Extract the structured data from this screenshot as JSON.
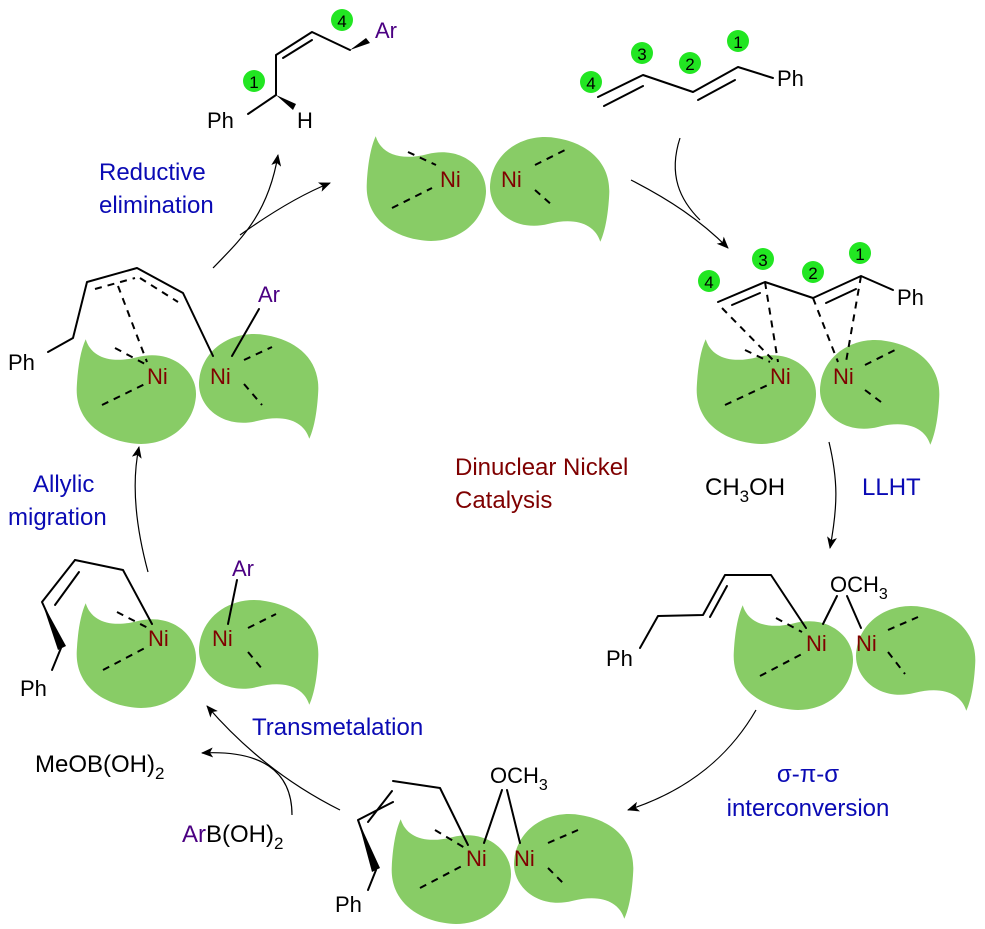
{
  "title": "Dinuclear Nickel Catalysis",
  "colors": {
    "leaf": "#88cc66",
    "nickel": "#7f0000",
    "aryl": "#4b0082",
    "step_label": "#0a0ab4",
    "badge": "#22e622"
  },
  "center_label": {
    "line1": "Dinuclear Nickel",
    "line2": "Catalysis"
  },
  "atoms": {
    "ni": "Ni",
    "ar": "Ar",
    "ph": "Ph",
    "h": "H",
    "och3_main": "OCH",
    "sub3": "3",
    "sub2": "2"
  },
  "steps": {
    "reductive_elimination": {
      "line1": "Reductive",
      "line2": "elimination"
    },
    "llht": "LLHT",
    "reagent_methanol": {
      "main1": "CH",
      "sub": "3",
      "main2": "OH"
    },
    "sigma_pi_sigma": {
      "line1": "σ-π-σ",
      "line2": "interconversion"
    },
    "transmetalation": "Transmetalation",
    "allylic_migration": {
      "line1": "Allylic",
      "line2": "migration"
    }
  },
  "reagents": {
    "meob": {
      "main": "MeOB(OH)",
      "sub": "2"
    },
    "arb": {
      "ar": "Ar",
      "main": "B(OH)",
      "sub": "2"
    }
  },
  "carbon_numbers": {
    "product": [
      "1",
      "4"
    ],
    "diene": [
      "4",
      "3",
      "2",
      "1"
    ],
    "complex": [
      "4",
      "3",
      "2",
      "1"
    ]
  },
  "species": [
    {
      "id": "product",
      "description": "1,4-arylated product with Ph, H and Ar"
    },
    {
      "id": "diene",
      "description": "1-phenyl-1,3-butadiene substrate"
    },
    {
      "id": "catalyst",
      "description": "Ni–Ni dinuclear catalyst"
    },
    {
      "id": "diene-complex",
      "description": "η4-diene bound Ni2 complex"
    },
    {
      "id": "methoxy-allyl",
      "description": "OCH3 bridged allyl Ni2 complex"
    },
    {
      "id": "methoxy-allyl-z",
      "description": "OCH3 bridged Z-allyl Ni2 complex"
    },
    {
      "id": "aryl-allyl",
      "description": "Ar–Ni allyl Ni2 complex"
    },
    {
      "id": "pi-allyl-aryl",
      "description": "π-allyl Ar–Ni2 complex"
    }
  ]
}
